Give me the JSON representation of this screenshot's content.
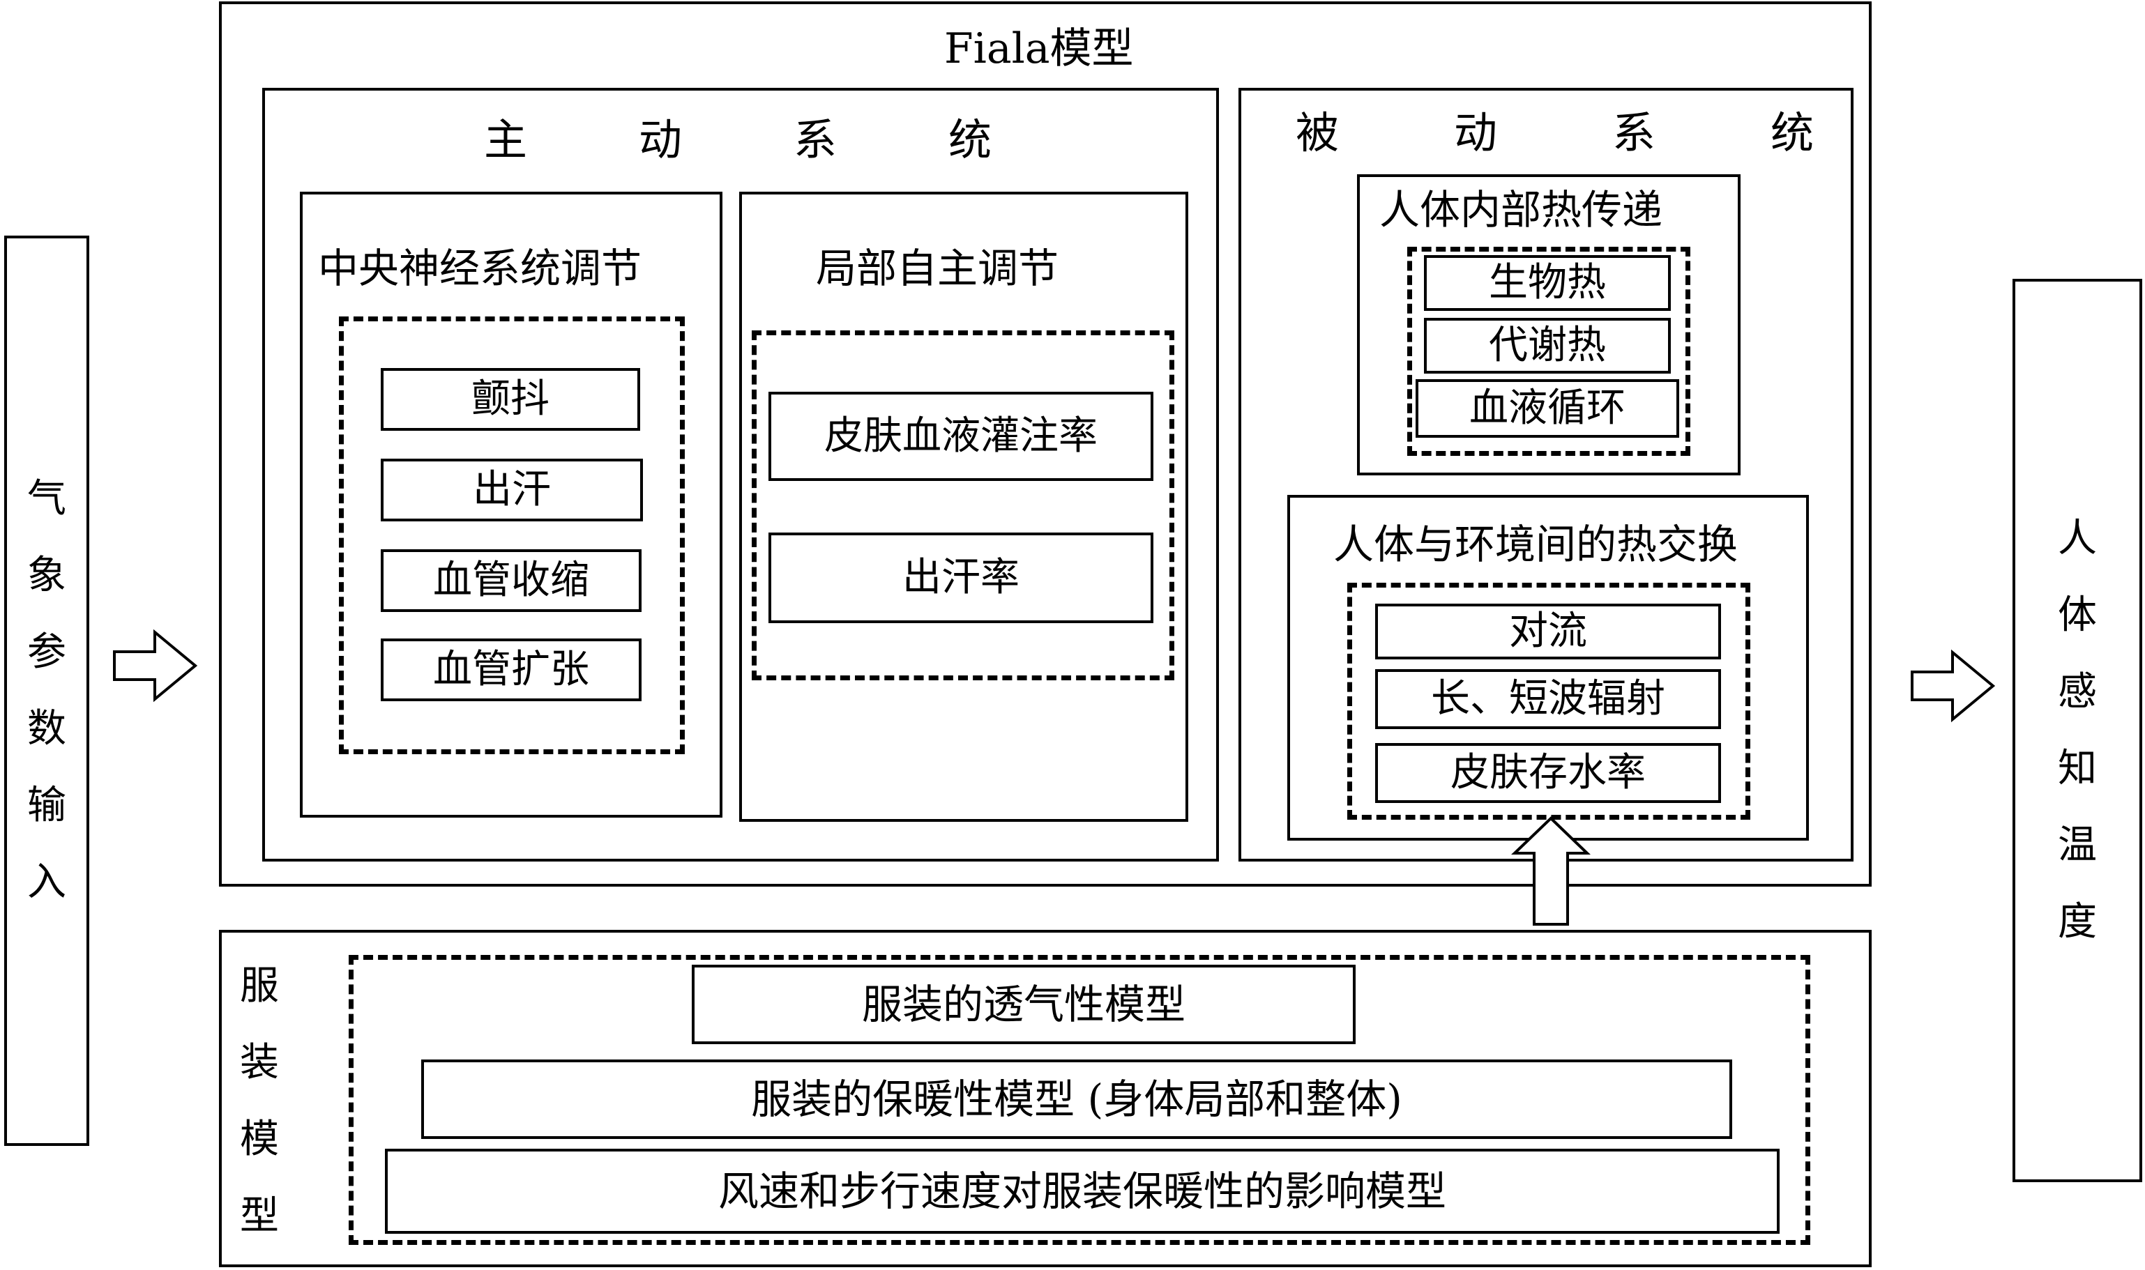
{
  "input": {
    "label_chars": [
      "气",
      "象",
      "参",
      "数",
      "输",
      "入"
    ]
  },
  "output": {
    "label_chars": [
      "人",
      "体",
      "感",
      "知",
      "温",
      "度"
    ]
  },
  "fiala": {
    "title": "Fiala模型",
    "active": {
      "title_chars": [
        "主",
        "动",
        "系",
        "统"
      ],
      "central": {
        "title": "中央神经系统调节",
        "items": [
          "颤抖",
          "出汗",
          "血管收缩",
          "血管扩张"
        ]
      },
      "local": {
        "title": "局部自主调节",
        "items": [
          "皮肤血液灌注率",
          "出汗率"
        ]
      }
    },
    "passive": {
      "title_chars": [
        "被",
        "动",
        "系",
        "统"
      ],
      "internal": {
        "title": "人体内部热传递",
        "items": [
          "生物热",
          "代谢热",
          "血液循环"
        ]
      },
      "exchange": {
        "title": "人体与环境间的热交换",
        "items": [
          "对流",
          "长、短波辐射",
          "皮肤存水率"
        ]
      }
    }
  },
  "clothing": {
    "label_chars": [
      "服",
      "装",
      "模",
      "型"
    ],
    "items": [
      "服装的透气性模型",
      "服装的保暖性模型 (身体局部和整体)",
      "风速和步行速度对服装保暖性的影响模型"
    ]
  }
}
